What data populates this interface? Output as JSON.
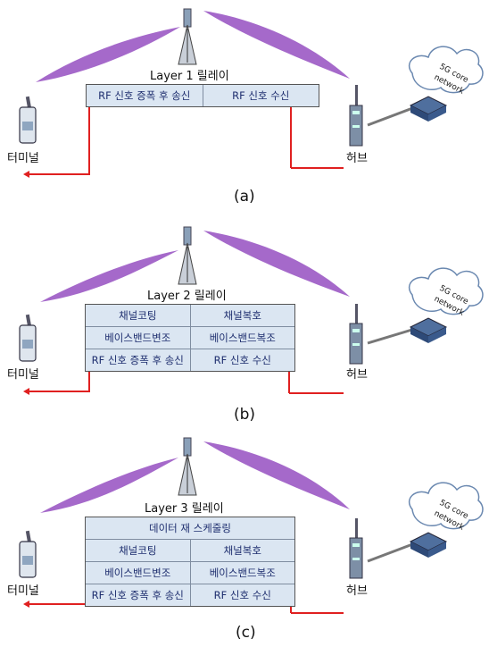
{
  "panels": [
    {
      "id": "a",
      "caption": "(a)",
      "relay_title": "Layer 1 릴레이",
      "rows": [
        [
          "RF 신호 증폭 후 송신",
          "RF 신호 수신"
        ]
      ]
    },
    {
      "id": "b",
      "caption": "(b)",
      "relay_title": "Layer 2 릴레이",
      "rows": [
        [
          "채널코팅",
          "채널복호"
        ],
        [
          "베이스밴드변조",
          "베이스밴드복조"
        ],
        [
          "RF 신호 증폭 후 송신",
          "RF 신호 수신"
        ]
      ]
    },
    {
      "id": "c",
      "caption": "(c)",
      "relay_title": "Layer 3 릴레이",
      "top_row": "데이터 재 스케줄링",
      "rows": [
        [
          "채널코팅",
          "채널복호"
        ],
        [
          "베이스밴드변조",
          "베이스밴드복조"
        ],
        [
          "RF 신호 증폭 후 송신",
          "RF 신호 수신"
        ]
      ]
    }
  ],
  "labels": {
    "terminal": "터미널",
    "hub": "허브",
    "core_line1": "5G core",
    "core_line2": "network"
  },
  "colors": {
    "beam": "#9b59c4",
    "signal_path": "#e02020",
    "block_fill": "#dbe6f2"
  }
}
